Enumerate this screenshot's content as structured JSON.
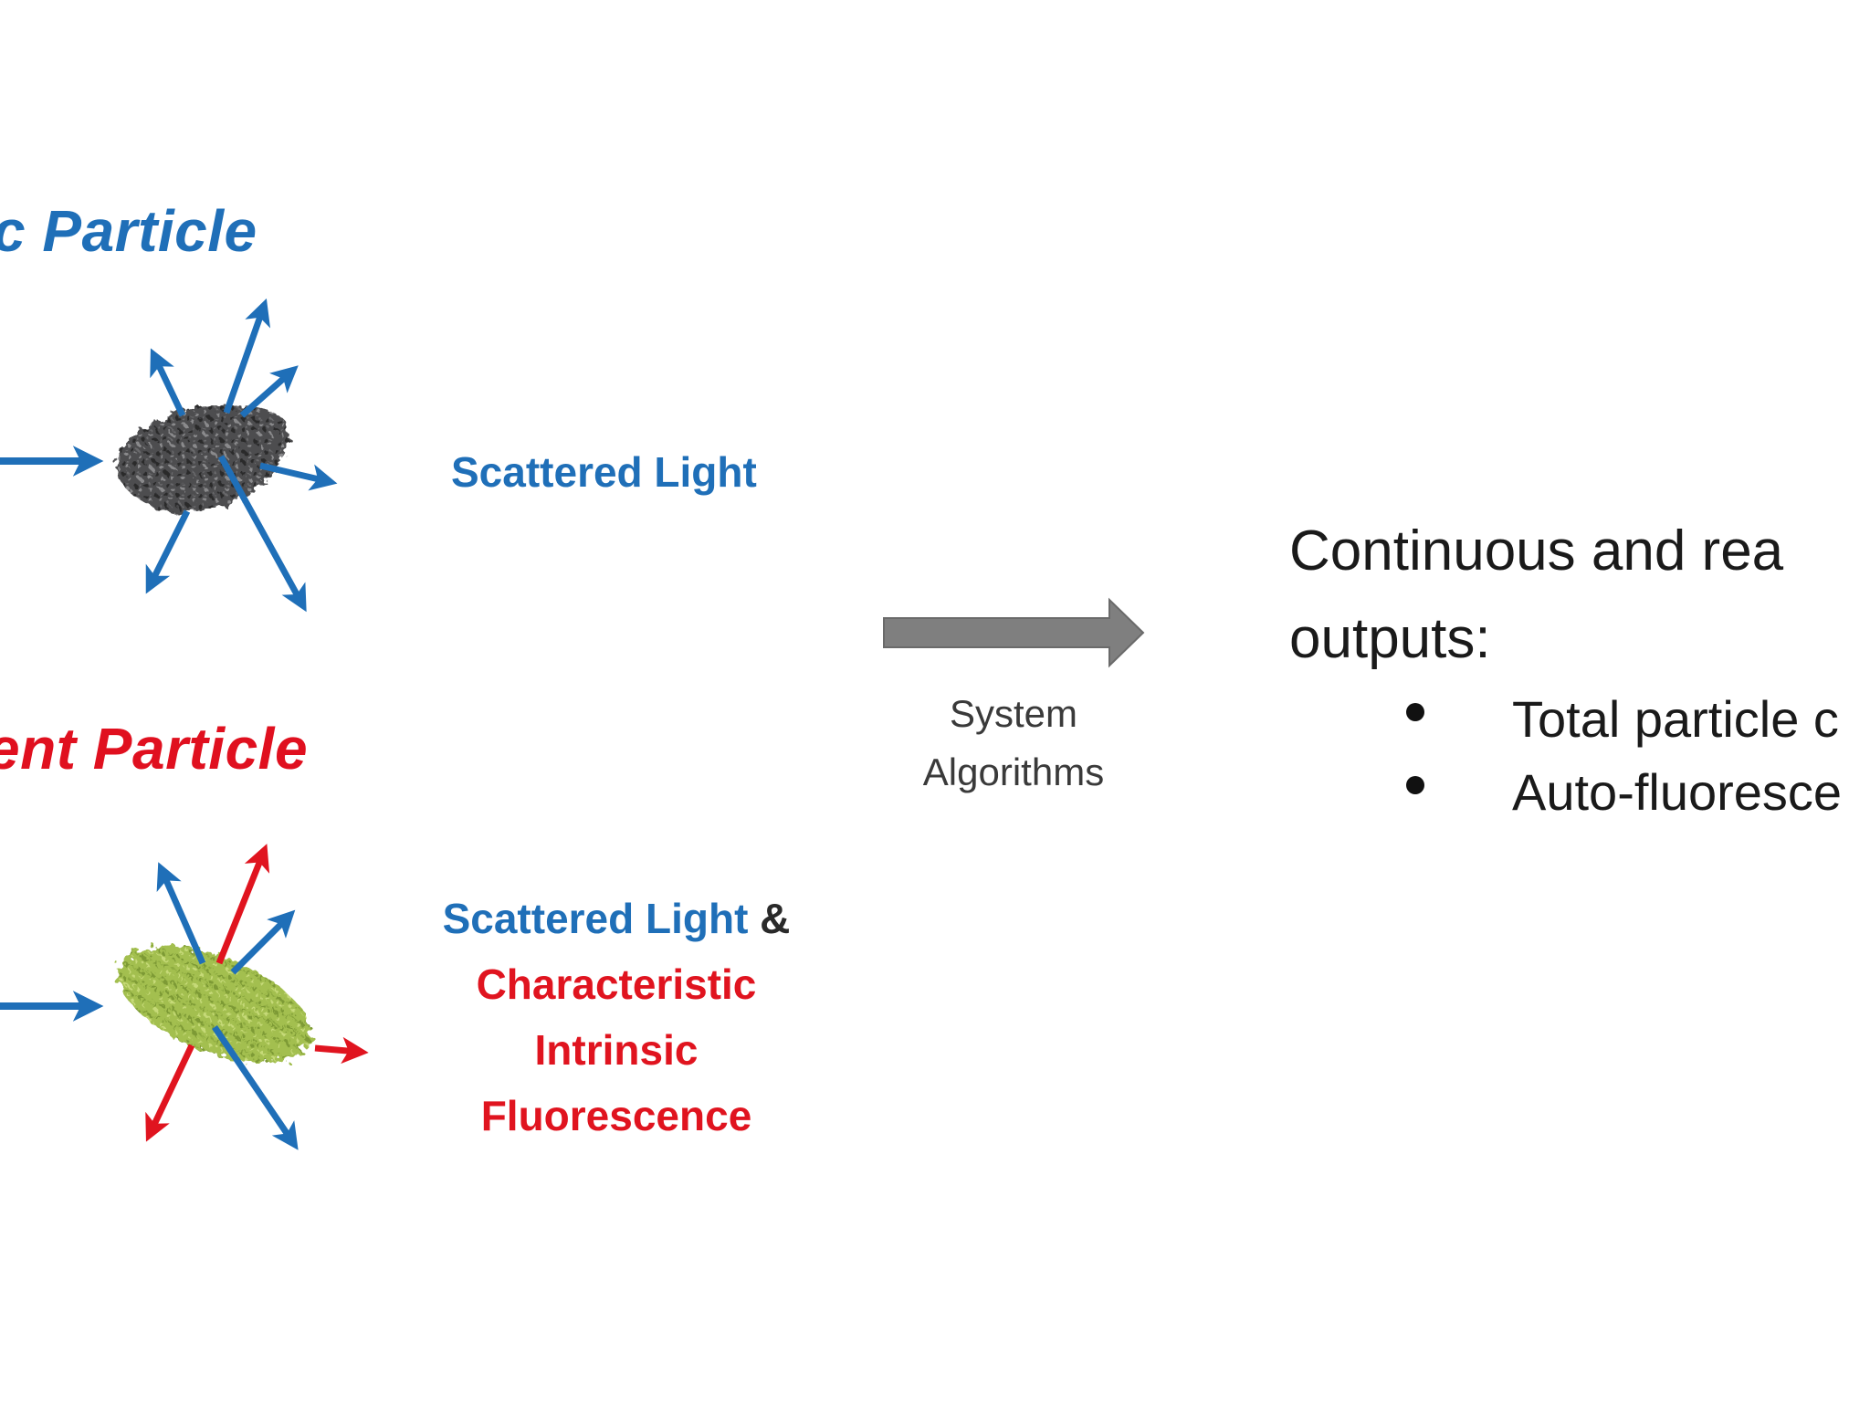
{
  "particles": [
    {
      "id": "non-biologic",
      "title": "c Particle",
      "title_color": "#1f6fb8",
      "particle_type": "dust-aggregate",
      "arrow_colors": [
        "#1f6fb8"
      ],
      "result_lines": [
        {
          "segments": [
            {
              "text": "Scattered Light",
              "color": "#1f6fb8"
            }
          ]
        }
      ]
    },
    {
      "id": "fluorescent",
      "title": "ent Particle",
      "title_color": "#e0101f",
      "particle_type": "bacterium",
      "arrow_colors": [
        "#1f6fb8",
        "#e0141f"
      ],
      "result_lines": [
        {
          "segments": [
            {
              "text": "Scattered Light",
              "color": "#1f6fb8"
            },
            {
              "text": " &",
              "color": "#2a2a2a"
            }
          ]
        },
        {
          "segments": [
            {
              "text": "Characteristic",
              "color": "#e0141f"
            }
          ]
        },
        {
          "segments": [
            {
              "text": "Intrinsic",
              "color": "#e0141f"
            }
          ]
        },
        {
          "segments": [
            {
              "text": "Fluorescence",
              "color": "#e0141f"
            }
          ]
        }
      ]
    }
  ],
  "process_arrow": {
    "color": "#7f7f7f",
    "label_line1": "System",
    "label_line2": "Algorithms"
  },
  "outputs": {
    "heading_line1": "Continuous and rea",
    "heading_line2": "outputs:",
    "items": [
      "Total particle c",
      "Auto-fluoresce"
    ]
  },
  "colors": {
    "scatter_blue": "#1f6fb8",
    "fluorescence_red": "#e0141f",
    "arrow_gray": "#7f7f7f",
    "text_dark": "#1a1a1a",
    "dust_gray": "#4a4a4a",
    "bacterium_green": "#9dbb4a"
  }
}
